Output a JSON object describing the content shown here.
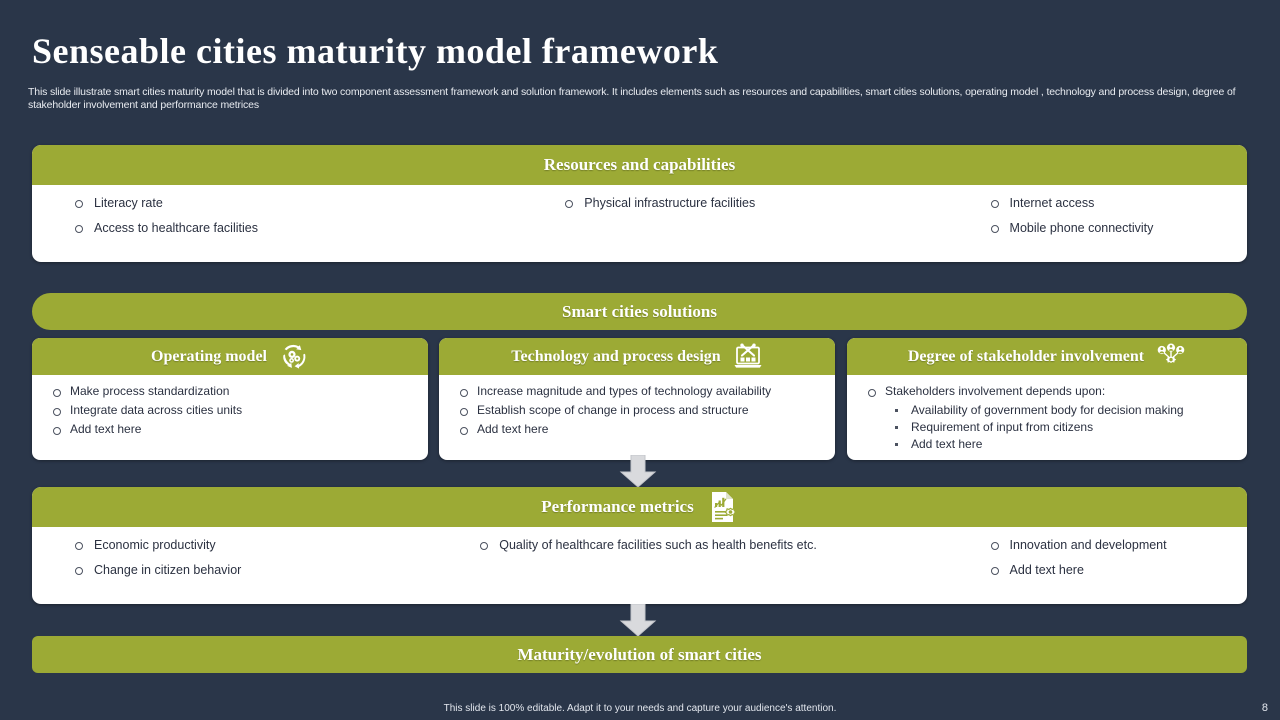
{
  "slide": {
    "title": "Senseable cities maturity model framework",
    "subtitle": "This slide illustrate smart cities maturity model that is divided into two component assessment framework and solution framework. It includes elements such as resources and capabilities, smart cities solutions, operating model , technology and process design, degree of stakeholder involvement and performance metrices",
    "footer_note": "This slide is 100% editable. Adapt it to your needs and capture your audience's attention.",
    "page_number": "8"
  },
  "colors": {
    "background": "#2a3649",
    "accent_green": "#9caa35",
    "card_white": "#ffffff",
    "text_dark": "#2b3141",
    "arrow_gray": "#d9dadd"
  },
  "resources": {
    "heading": "Resources and capabilities",
    "columns": [
      [
        "Literacy rate",
        "Access to healthcare facilities"
      ],
      [
        "Physical infrastructure facilities"
      ],
      [
        "Internet access",
        "Mobile phone connectivity"
      ]
    ]
  },
  "solutions": {
    "heading": "Smart cities solutions",
    "panels": [
      {
        "heading": "Operating model",
        "icon": "gears-cycle-icon",
        "items": [
          "Make process standardization",
          "Integrate data across cities units",
          "Add text here"
        ]
      },
      {
        "heading": "Technology and process design",
        "icon": "laptop-tools-icon",
        "items": [
          "Increase magnitude and types of technology availability",
          "Establish scope of change in process and structure",
          "Add text here"
        ]
      },
      {
        "heading": "Degree of stakeholder involvement",
        "icon": "people-network-gear-icon",
        "items": [
          "Stakeholders involvement depends upon:"
        ],
        "subitems": [
          "Availability of government  body for decision making",
          "Requirement  of input from citizens",
          "Add text here"
        ]
      }
    ]
  },
  "performance": {
    "heading": "Performance metrics",
    "icon": "document-chart-gear-icon",
    "columns": [
      [
        "Economic productivity",
        "Change in citizen behavior"
      ],
      [
        "Quality of healthcare facilities such as health benefits etc."
      ],
      [
        "Innovation and development",
        "Add text here"
      ]
    ]
  },
  "maturity": {
    "heading": "Maturity/evolution of smart cities"
  }
}
